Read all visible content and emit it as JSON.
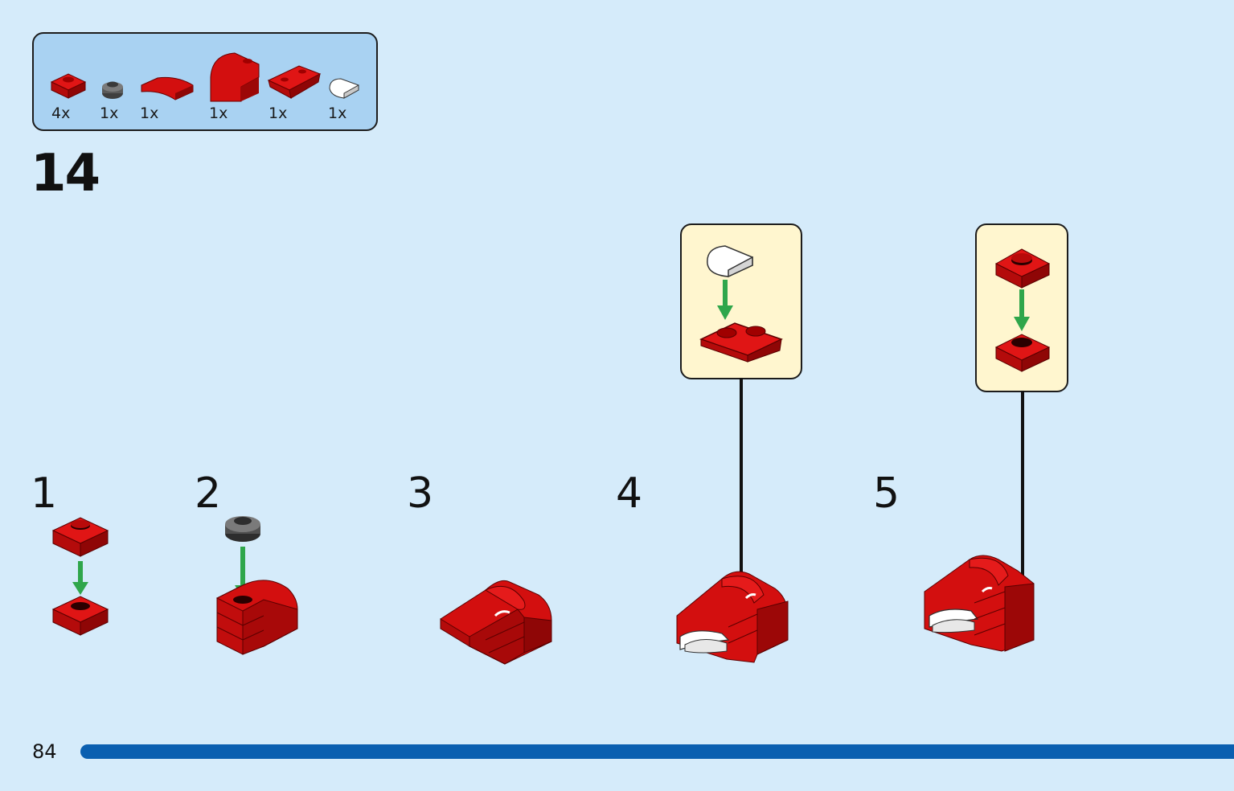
{
  "page": {
    "background": "#d5ebfa",
    "number": "84"
  },
  "parts": {
    "background": "#a9d2f2",
    "items": [
      {
        "icon": "red-1x1-round-plate-icon",
        "count": "4x"
      },
      {
        "icon": "dark-grey-round-stud-icon",
        "count": "1x"
      },
      {
        "icon": "red-curved-slope-icon",
        "count": "1x"
      },
      {
        "icon": "red-arch-bow-icon",
        "count": "1x"
      },
      {
        "icon": "red-inverted-slope-plate-icon",
        "count": "1x"
      },
      {
        "icon": "white-rounded-tile-icon",
        "count": "1x"
      }
    ]
  },
  "step": {
    "number": "14"
  },
  "substeps": [
    {
      "number": "1"
    },
    {
      "number": "2"
    },
    {
      "number": "3"
    },
    {
      "number": "4"
    },
    {
      "number": "5"
    }
  ],
  "colors": {
    "brick_red": "#d30f0f",
    "brick_red_dark": "#9c0707",
    "stud_grey": "#5a5a5a",
    "tile_white": "#ffffff",
    "arrow_green": "#2fa64b",
    "callout_bg": "#fff6cf",
    "progress": "#0a5fb0"
  },
  "progress": {
    "fraction": 1.0,
    "color": "#0a5fb0"
  }
}
